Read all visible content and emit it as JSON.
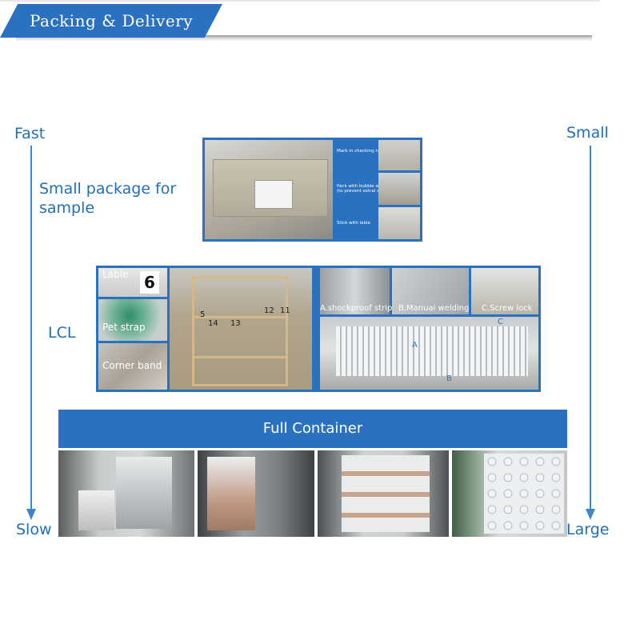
{
  "header": {
    "title": "Packing & Delivery"
  },
  "axis_left": {
    "top_label": "Fast",
    "bottom_label": "Slow"
  },
  "axis_right": {
    "top_label": "Small",
    "bottom_label": "Large"
  },
  "sample": {
    "label": "Small package for\n sample",
    "captions": [
      "Mark in checking no.",
      "Pack with bubble wrap\n(to prevent extral shock)",
      "Stick with lable"
    ]
  },
  "lcl": {
    "label": "LCL",
    "left_captions": [
      "Lable",
      "Pet strap",
      "Corner band"
    ],
    "lable_number": "6",
    "crate_numbers": [
      "5",
      "14",
      "13",
      "12",
      "11"
    ],
    "right_captions": [
      "A.shockproof strip",
      "B.Manual welding",
      "C.Screw lock"
    ],
    "frame_letters": [
      "A",
      "B",
      "C"
    ]
  },
  "full_container": {
    "title": "Full Container"
  },
  "colors": {
    "brand_blue": "#2a72c0",
    "label_blue": "#1f6fb8"
  }
}
